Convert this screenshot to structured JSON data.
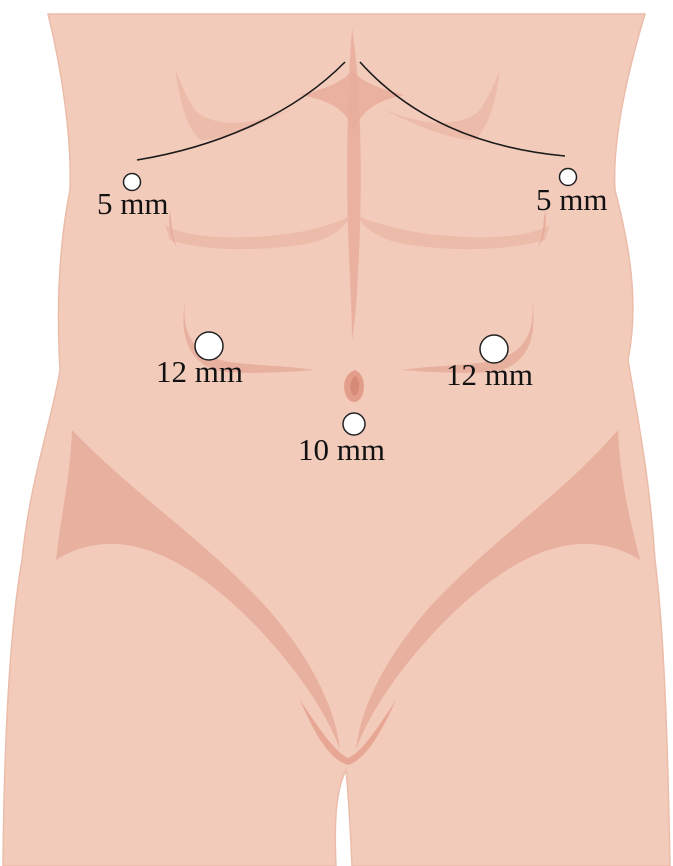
{
  "colors": {
    "skin": "#f3cbbb",
    "skin_outline": "#e8b8a6",
    "muscle_shade": "#e7ad9c",
    "inguinal_shade": "#e39e8b",
    "line_dark": "#1a1a1a",
    "port_fill": "#ffffff",
    "port_stroke": "#222222"
  },
  "ports": [
    {
      "id": "left-upper",
      "label": "5 mm"
    },
    {
      "id": "right-upper",
      "label": "5 mm"
    },
    {
      "id": "left-middle",
      "label": "12 mm"
    },
    {
      "id": "right-middle",
      "label": "12 mm"
    },
    {
      "id": "umbilical",
      "label": "10 mm"
    }
  ]
}
